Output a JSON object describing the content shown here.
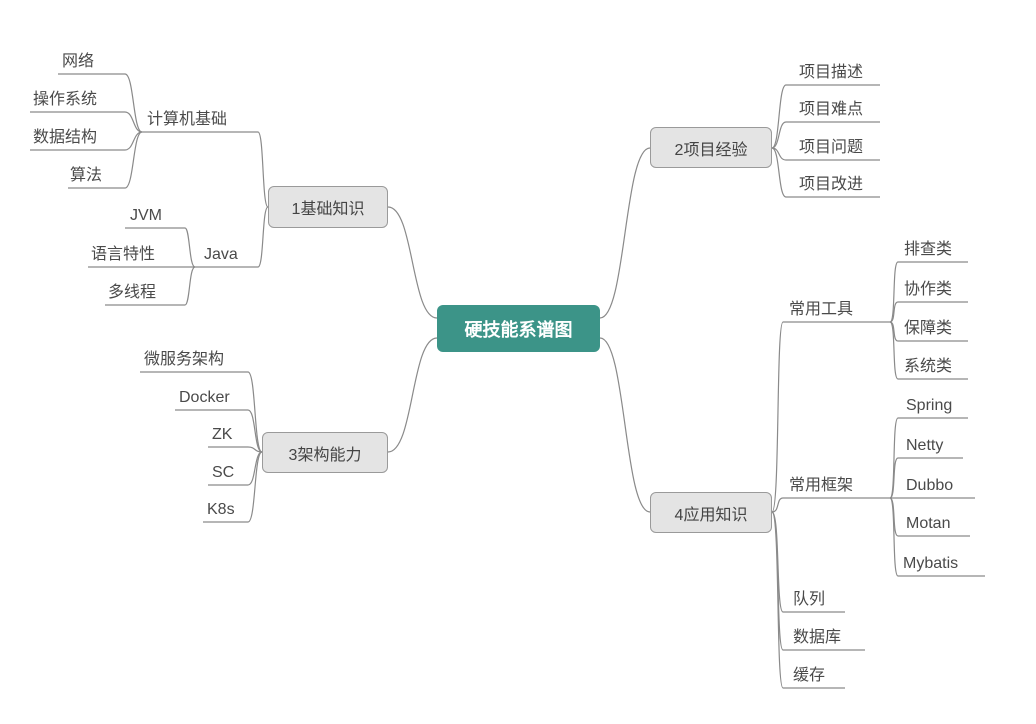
{
  "diagram_type": "mindmap",
  "colors": {
    "center_bg": "#3c9488",
    "center_text": "#ffffff",
    "branch_bg": "#e4e4e4",
    "branch_border": "#9a9a9a",
    "line": "#8a8a8a",
    "text": "#4a4a4a",
    "bg": "#ffffff"
  },
  "center": {
    "label": "硬技能系谱图"
  },
  "branches": [
    {
      "label": "1基础知识",
      "children": [
        {
          "label": "计算机基础",
          "children": [
            {
              "label": "网络"
            },
            {
              "label": "操作系统"
            },
            {
              "label": "数据结构"
            },
            {
              "label": "算法"
            }
          ]
        },
        {
          "label": "Java",
          "children": [
            {
              "label": "JVM"
            },
            {
              "label": "语言特性"
            },
            {
              "label": "多线程"
            }
          ]
        }
      ]
    },
    {
      "label": "2项目经验",
      "children": [
        {
          "label": "项目描述"
        },
        {
          "label": "项目难点"
        },
        {
          "label": "项目问题"
        },
        {
          "label": "项目改进"
        }
      ]
    },
    {
      "label": "3架构能力",
      "children": [
        {
          "label": "微服务架构"
        },
        {
          "label": "Docker"
        },
        {
          "label": "ZK"
        },
        {
          "label": "SC"
        },
        {
          "label": "K8s"
        }
      ]
    },
    {
      "label": "4应用知识",
      "children": [
        {
          "label": "常用工具",
          "children": [
            {
              "label": "排查类"
            },
            {
              "label": "协作类"
            },
            {
              "label": "保障类"
            },
            {
              "label": "系统类"
            }
          ]
        },
        {
          "label": "常用框架",
          "children": [
            {
              "label": "Spring"
            },
            {
              "label": "Netty"
            },
            {
              "label": "Dubbo"
            },
            {
              "label": "Motan"
            },
            {
              "label": "Mybatis"
            }
          ]
        },
        {
          "label": "队列"
        },
        {
          "label": "数据库"
        },
        {
          "label": "缓存"
        }
      ]
    }
  ]
}
